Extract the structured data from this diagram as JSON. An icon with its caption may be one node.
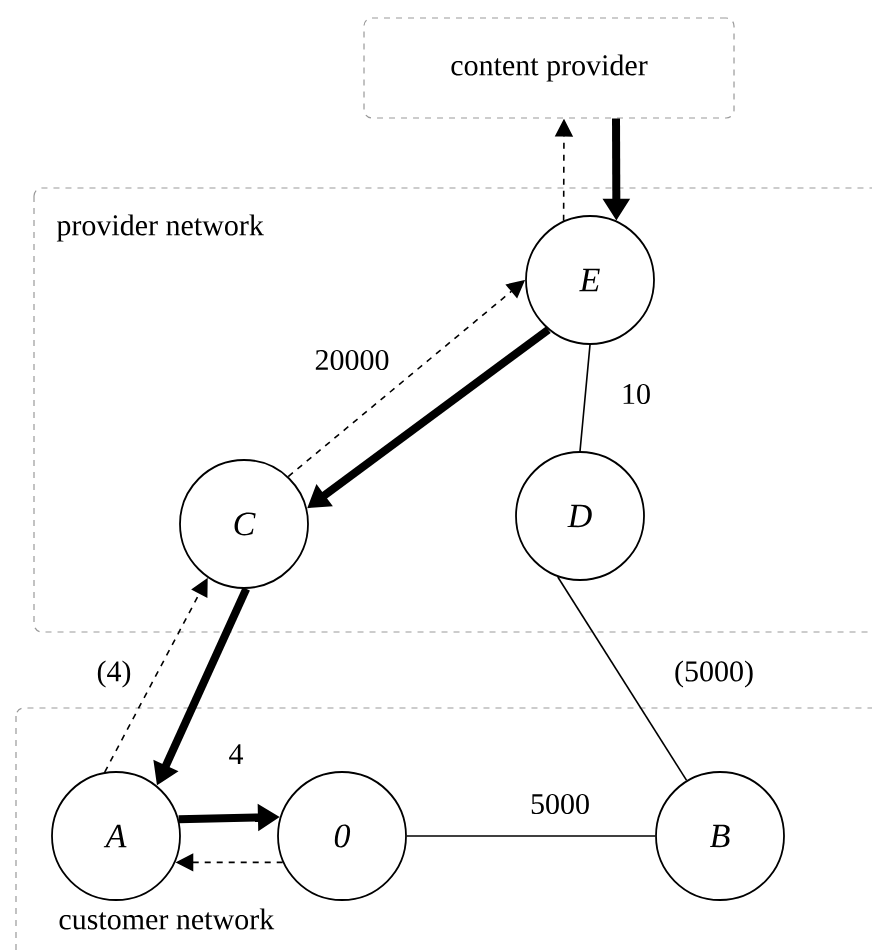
{
  "diagram": {
    "nodes": [
      {
        "text": [
          "content provider"
        ]
      },
      {
        "text": [
          "provider network"
        ]
      },
      {
        "text": [
          "E"
        ],
        "in": 1
      },
      {
        "text": [
          "C"
        ],
        "in": 1
      },
      {
        "text": [
          "D"
        ],
        "in": 1
      },
      {
        "text": [
          "customer network"
        ]
      },
      {
        "text": [
          "A"
        ],
        "in": 5
      },
      {
        "text": [
          "0"
        ],
        "in": 5
      },
      {
        "text": [
          "B"
        ],
        "in": 5
      }
    ],
    "edges": [
      {
        "from": 2,
        "to": 0,
        "arrow": "to",
        "style": "dashed"
      },
      {
        "from": 0,
        "to": 2,
        "arrow": "to",
        "style": "thick"
      },
      {
        "from": 3,
        "to": 2,
        "arrow": "to",
        "style": "dashed",
        "label": "20000"
      },
      {
        "from": 2,
        "to": 3,
        "arrow": "to",
        "style": "thick"
      },
      {
        "from": 2,
        "to": 4,
        "arrow": "none",
        "label": "10"
      },
      {
        "from": 3,
        "to": 6,
        "arrow": "to",
        "style": "thick"
      },
      {
        "from": 6,
        "to": 3,
        "arrow": "to",
        "style": "dashed",
        "label": "(4)"
      },
      {
        "from": 6,
        "to": 7,
        "arrow": "to",
        "style": "thick",
        "label": "4"
      },
      {
        "from": 7,
        "to": 6,
        "arrow": "to",
        "style": "dashed"
      },
      {
        "from": 7,
        "to": 8,
        "arrow": "none",
        "label": "5000"
      },
      {
        "from": 4,
        "to": 8,
        "arrow": "none",
        "label": "(5000)"
      }
    ]
  }
}
